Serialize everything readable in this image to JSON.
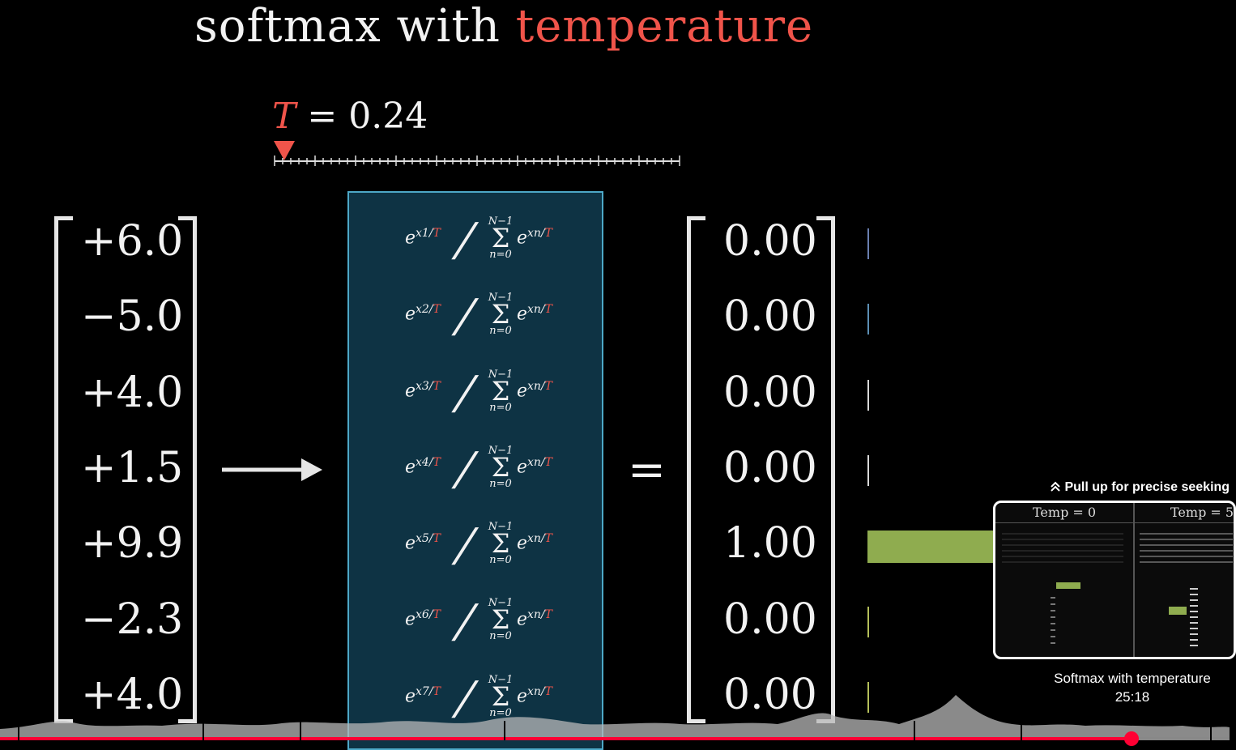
{
  "title": {
    "prefix": "softmax with",
    "highlight": "temperature"
  },
  "temperature": {
    "symbol": "T",
    "eq": "= 0.24",
    "value": 0.24
  },
  "input_vector": [
    "+6.0",
    "−5.0",
    "+4.0",
    "+1.5",
    "+9.9",
    "−2.3",
    "+4.0"
  ],
  "formulas": [
    {
      "num": "e",
      "sub": "x1",
      "T": "T",
      "sum_top": "N−1",
      "sum_sig": "Σ",
      "sum_bot": "n=0",
      "tail": "e",
      "tail_sub": "xn",
      "tail_T": "T"
    },
    {
      "num": "e",
      "sub": "x2",
      "T": "T",
      "sum_top": "N−1",
      "sum_sig": "Σ",
      "sum_bot": "n=0",
      "tail": "e",
      "tail_sub": "xn",
      "tail_T": "T"
    },
    {
      "num": "e",
      "sub": "x3",
      "T": "T",
      "sum_top": "N−1",
      "sum_sig": "Σ",
      "sum_bot": "n=0",
      "tail": "e",
      "tail_sub": "xn",
      "tail_T": "T"
    },
    {
      "num": "e",
      "sub": "x4",
      "T": "T",
      "sum_top": "N−1",
      "sum_sig": "Σ",
      "sum_bot": "n=0",
      "tail": "e",
      "tail_sub": "xn",
      "tail_T": "T"
    },
    {
      "num": "e",
      "sub": "x5",
      "T": "T",
      "sum_top": "N−1",
      "sum_sig": "Σ",
      "sum_bot": "n=0",
      "tail": "e",
      "tail_sub": "xn",
      "tail_T": "T"
    },
    {
      "num": "e",
      "sub": "x6",
      "T": "T",
      "sum_top": "N−1",
      "sum_sig": "Σ",
      "sum_bot": "n=0",
      "tail": "e",
      "tail_sub": "xn",
      "tail_T": "T"
    },
    {
      "num": "e",
      "sub": "x7",
      "T": "T",
      "sum_top": "N−1",
      "sum_sig": "Σ",
      "sum_bot": "n=0",
      "tail": "e",
      "tail_sub": "xn",
      "tail_T": "T"
    }
  ],
  "equals": "=",
  "output_vector": [
    "0.00",
    "0.00",
    "0.00",
    "0.00",
    "1.00",
    "0.00",
    "0.00"
  ],
  "output_probabilities": [
    0.0,
    0.0,
    0.0,
    0.0,
    1.0,
    0.0,
    0.0
  ],
  "seek_hint": "Pull up for precise seeking",
  "thumbnail": {
    "left_label": "Temp = 0",
    "right_label": "Temp = 5",
    "chapter_title": "Softmax with temperature",
    "timestamp": "25:18"
  },
  "colors": {
    "accent": "#f0544a",
    "box": "#0e3344",
    "box_border": "#4da8c7",
    "bar": "#8fac4f",
    "progress": "#ff0033"
  },
  "icons": {
    "seek_hint": "chevron-double-up-icon",
    "slider_marker": "triangle-down-icon",
    "arrow": "right-arrow-icon"
  }
}
